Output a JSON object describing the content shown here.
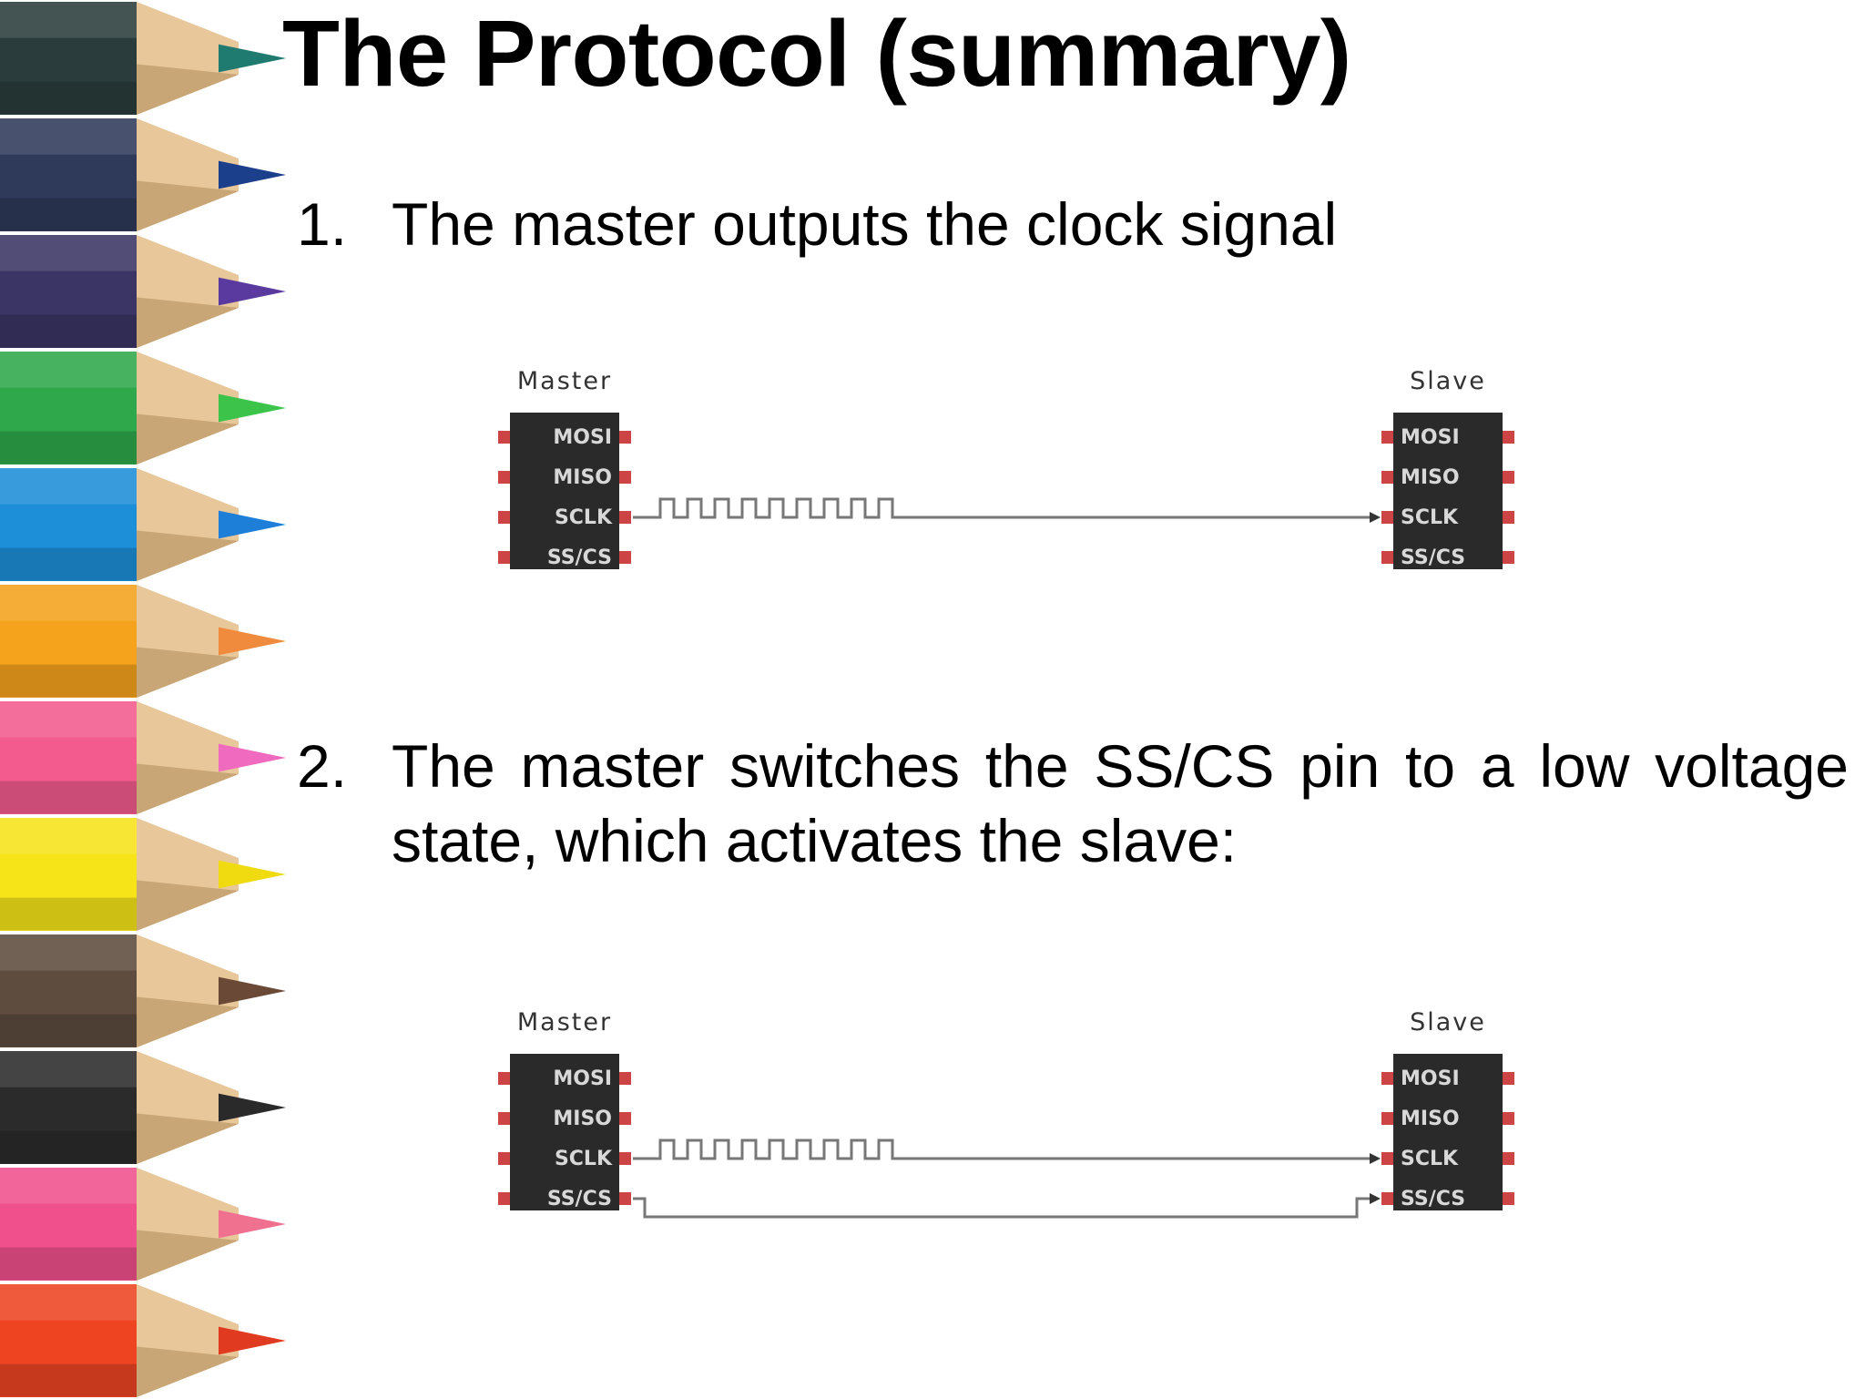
{
  "slide": {
    "title": "The Protocol (summary)"
  },
  "steps": [
    {
      "number": "1.",
      "text": "The master outputs the clock signal",
      "diagram": {
        "master_title": "Master",
        "slave_title": "Slave",
        "pins": [
          "MOSI",
          "MISO",
          "SCLK",
          "SS/CS"
        ],
        "connections": [
          "SCLK clock pulses master to slave"
        ]
      }
    },
    {
      "number": "2.",
      "text": "The master switches the SS/CS pin to a low voltage state, which activates the slave:",
      "diagram": {
        "master_title": "Master",
        "slave_title": "Slave",
        "pins": [
          "MOSI",
          "MISO",
          "SCLK",
          "SS/CS"
        ],
        "connections": [
          "SCLK clock pulses master to slave",
          "SS/CS driven low master to slave"
        ]
      }
    }
  ],
  "decor": {
    "pencil_colors": [
      "#2a3d3c",
      "#2f3a5a",
      "#3a3564",
      "#2ea84b",
      "#1d8fd8",
      "#f5a21c",
      "#f35b8f",
      "#f6e419",
      "#5e4c3e",
      "#2b2b2b",
      "#f0508c",
      "#ee4422"
    ],
    "pencil_tip_colors": [
      "#1f7a70",
      "#1b3f8a",
      "#5b3aa0",
      "#3cc44a",
      "#1e7fd8",
      "#f08a3c",
      "#f06ac0",
      "#f0da10",
      "#6a4a36",
      "#2a2a2a",
      "#f07090",
      "#e03a20"
    ]
  }
}
